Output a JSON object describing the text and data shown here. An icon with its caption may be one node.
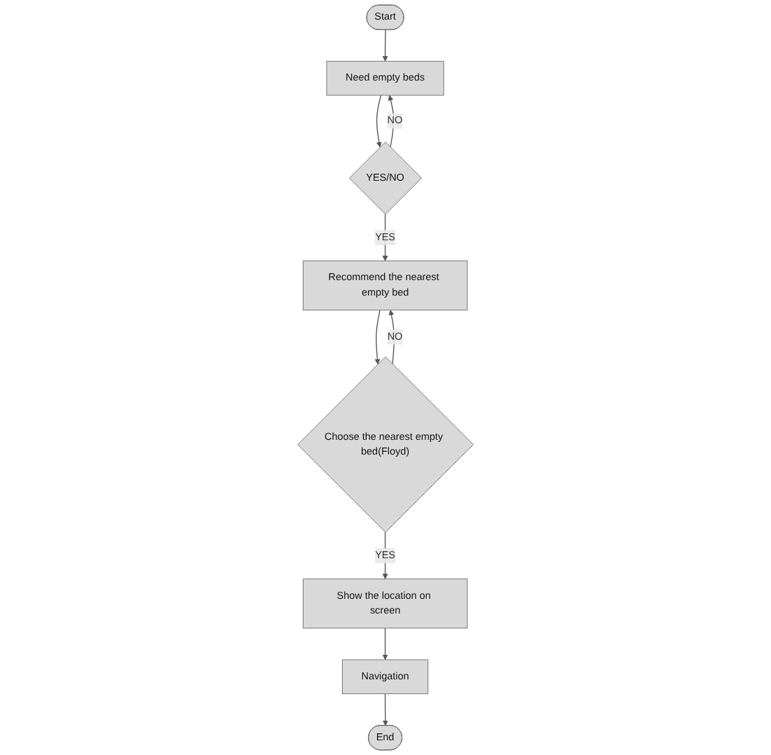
{
  "diagram": {
    "nodes": [
      {
        "text": [
          "Start"
        ]
      },
      {
        "text": [
          "Need empty beds"
        ]
      },
      {
        "text": [
          "YES/NO"
        ]
      },
      {
        "text": [
          "Recommend the nearest empty bed"
        ]
      },
      {
        "text": [
          "Choose the nearest empty bed(Floyd)"
        ]
      },
      {
        "text": [
          "Show the location on screen"
        ]
      },
      {
        "text": [
          "Navigation"
        ]
      },
      {
        "text": [
          "End"
        ]
      }
    ],
    "edges": [
      {
        "from": 0,
        "to": 1,
        "arrow": "to"
      },
      {
        "from": 1,
        "to": 2,
        "arrow": "to"
      },
      {
        "from": 2,
        "to": 1,
        "arrow": "to",
        "label": "NO"
      },
      {
        "from": 2,
        "to": 3,
        "arrow": "to",
        "label": "YES"
      },
      {
        "from": 3,
        "to": 4,
        "arrow": "to"
      },
      {
        "from": 4,
        "to": 3,
        "arrow": "to",
        "label": "NO"
      },
      {
        "from": 4,
        "to": 5,
        "arrow": "to",
        "label": "YES"
      },
      {
        "from": 5,
        "to": 6,
        "arrow": "to"
      },
      {
        "from": 6,
        "to": 7,
        "arrow": "to"
      }
    ]
  }
}
